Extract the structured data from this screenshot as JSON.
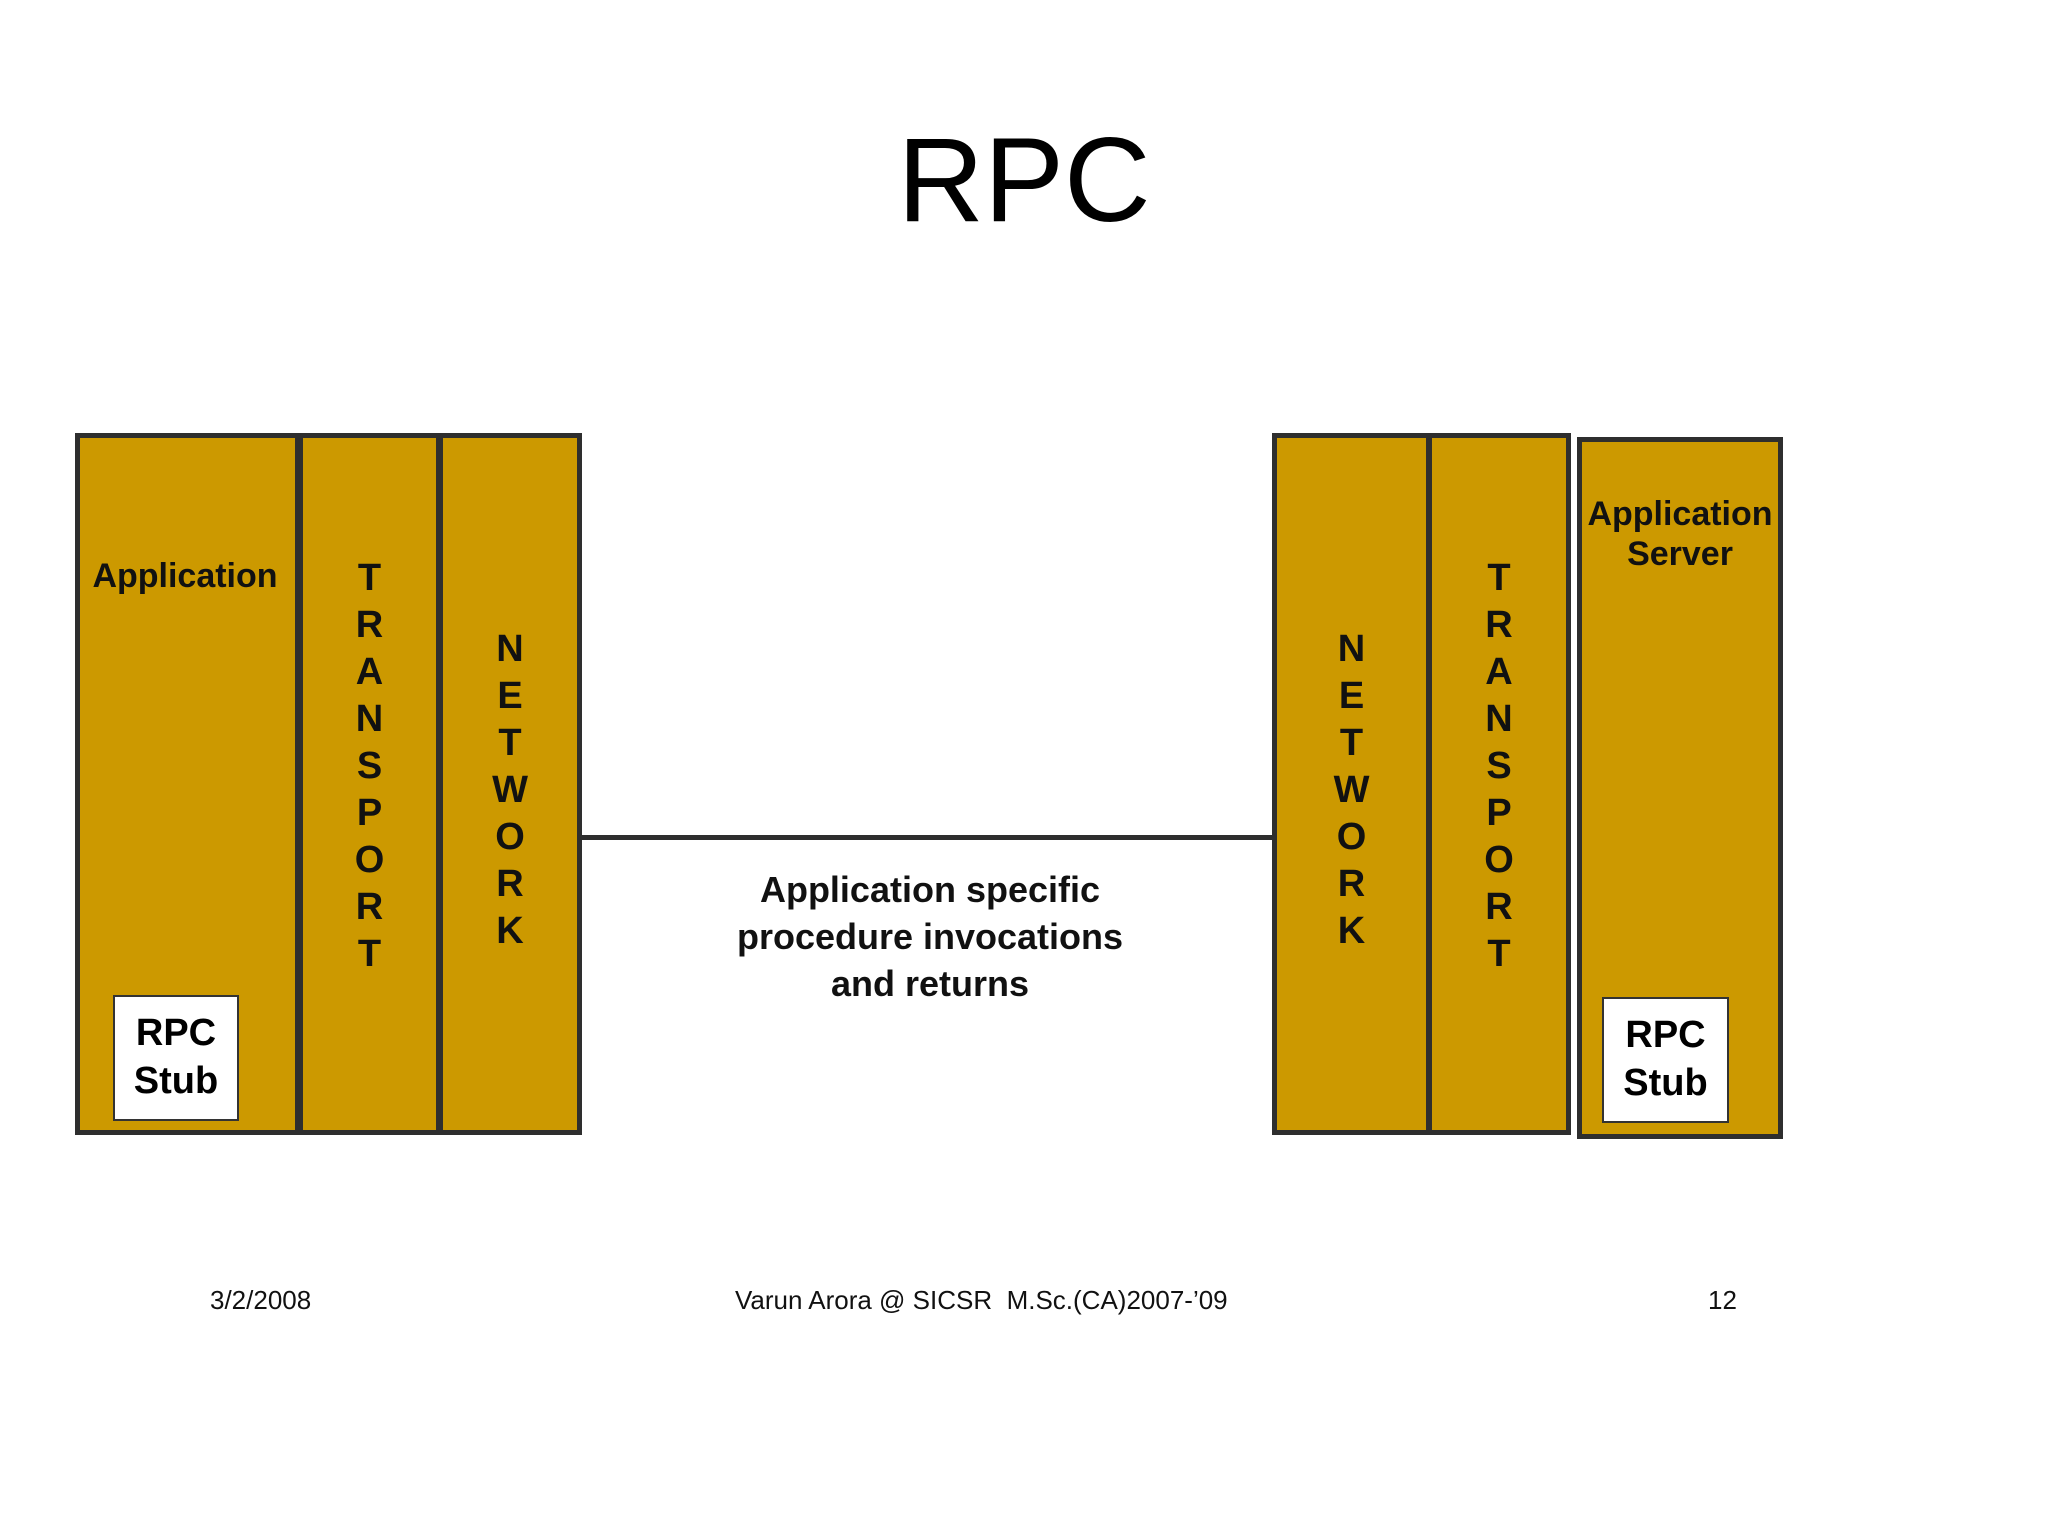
{
  "slide": {
    "title": "RPC",
    "client": {
      "application_label": "Application",
      "transport_label": "TRANSPORT",
      "network_label": "NETWORK",
      "stub_line1": "RPC",
      "stub_line2": "Stub"
    },
    "server": {
      "network_label": "NETWORK",
      "transport_label": "TRANSPORT",
      "application_line1": "Application",
      "application_line2": "Server",
      "stub_line1": "RPC",
      "stub_line2": "Stub"
    },
    "connector_caption": {
      "line1": "Application specific",
      "line2": "procedure invocations",
      "line3": "and returns"
    },
    "footer": {
      "date": "3/2/2008",
      "author": "Varun Arora @ SICSR  M.Sc.(CA)2007-’09",
      "page_number": "12"
    }
  },
  "colors": {
    "box_fill": "#cc9900",
    "box_border": "#2e2e2e",
    "background": "#ffffff"
  }
}
